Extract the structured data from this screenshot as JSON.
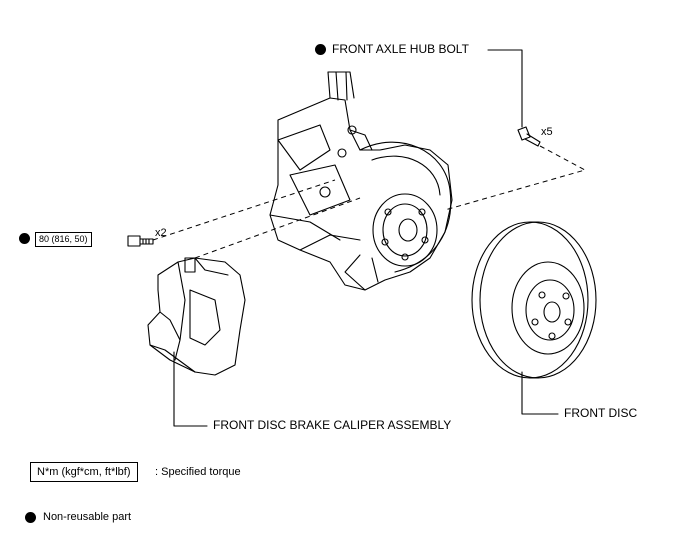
{
  "callouts": {
    "hub_bolt": {
      "label": "FRONT AXLE HUB BOLT",
      "qty": "x5"
    },
    "caliper_bolt": {
      "torque": "80 (816, 50)",
      "qty": "x2"
    },
    "caliper": {
      "label": "FRONT DISC BRAKE CALIPER ASSEMBLY"
    },
    "disc": {
      "label": "FRONT DISC"
    }
  },
  "legend": {
    "torque_unit": "N*m (kgf*cm, ft*lbf)",
    "torque_desc": ": Specified torque",
    "nonreusable_desc": "Non-reusable part"
  },
  "colors": {
    "line": "#000000",
    "background": "#ffffff",
    "fill": "#ffffff"
  }
}
